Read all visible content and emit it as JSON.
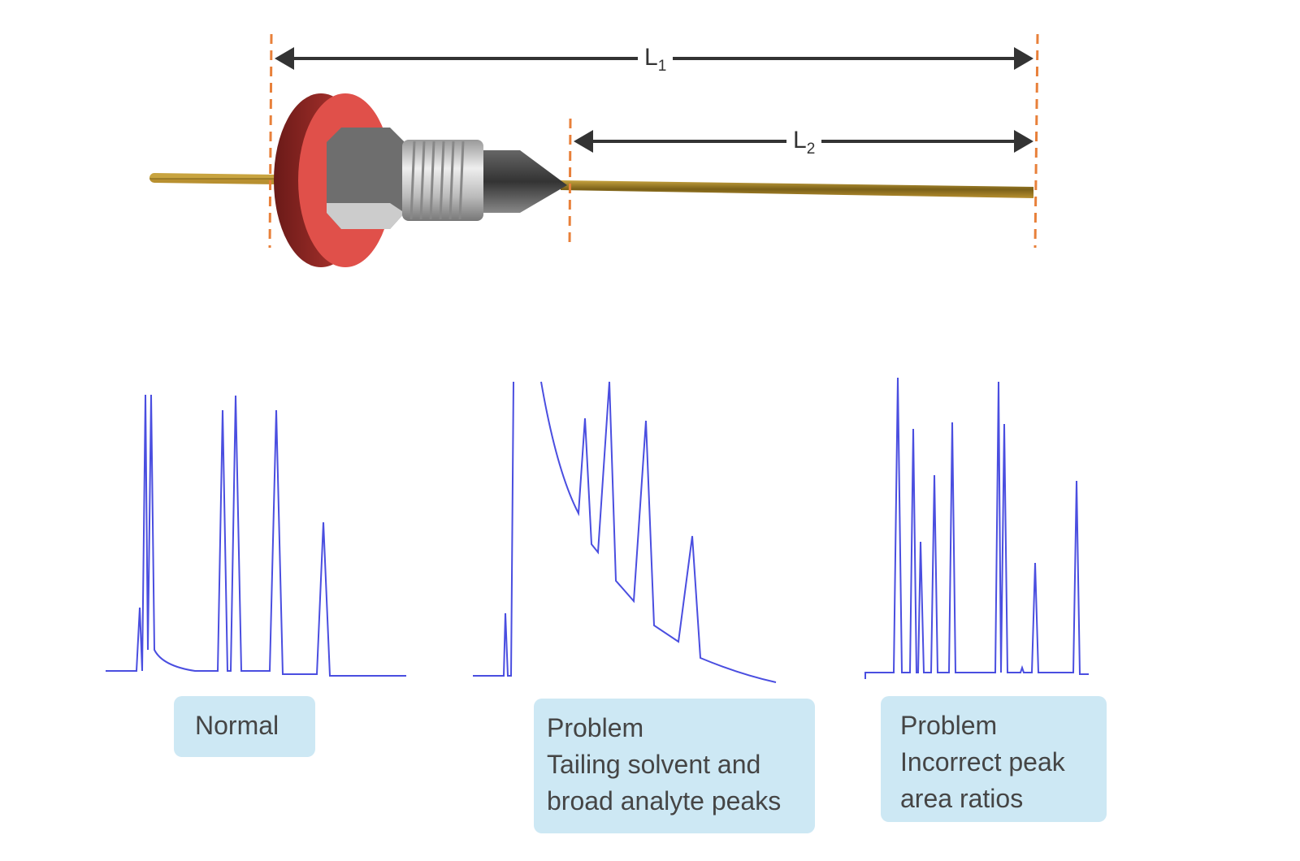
{
  "dimensions": {
    "l1": {
      "letter": "L",
      "sub": "1"
    },
    "l2": {
      "letter": "L",
      "sub": "2"
    }
  },
  "colors": {
    "trace": "#4a4ee0",
    "guide": "#e8803a",
    "ferrule": "#e0504a",
    "box": "#cde8f4",
    "column": "#8a7020"
  },
  "panels": [
    {
      "lines": [
        "Normal"
      ]
    },
    {
      "lines": [
        "Problem",
        "Tailing solvent and",
        "broad analyte peaks"
      ]
    },
    {
      "lines": [
        "Problem",
        "Incorrect peak",
        "area ratios"
      ]
    }
  ]
}
